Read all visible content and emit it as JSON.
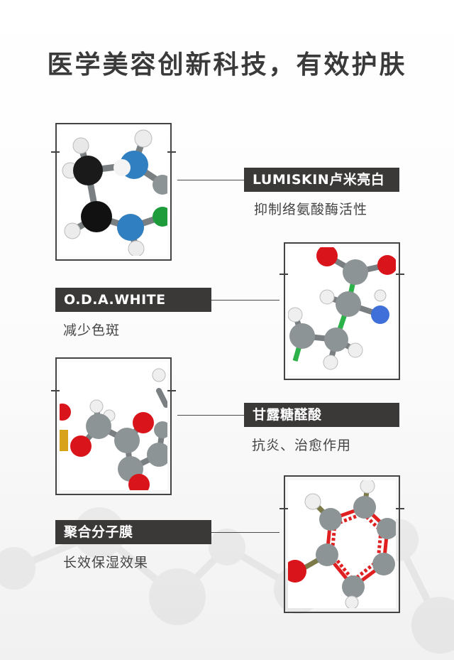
{
  "page_title": "医学美容创新科技，有效护肤",
  "features": [
    {
      "name": "LUMISKIN卢米亮白",
      "desc": "抑制络氨酸酶活性"
    },
    {
      "name": "O.D.A.WHITE",
      "desc": "减少色斑"
    },
    {
      "name": "甘露糖醛酸",
      "desc": "抗炎、治愈作用"
    },
    {
      "name": "聚合分子膜",
      "desc": "长效保湿效果"
    }
  ],
  "colors": {
    "label_bg": "#3b3838",
    "oxygen": "#d9151b",
    "nitrogen": "#2f7fc1",
    "carbon": "#8c9496",
    "hydrogen": "#f2f2f2",
    "bond_red": "#e02020",
    "bond_green": "#2bb34a"
  }
}
